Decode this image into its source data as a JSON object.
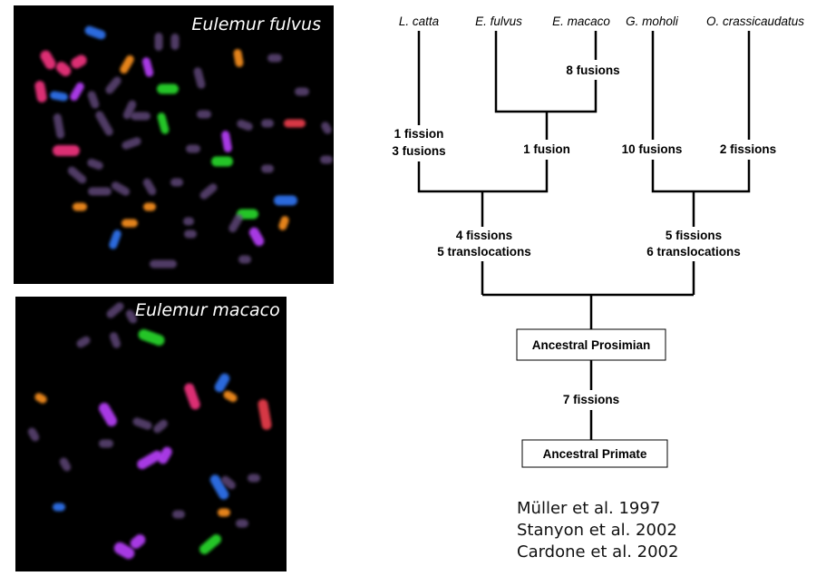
{
  "panels": {
    "top": {
      "title": "Eulemur fulvus"
    },
    "bottom": {
      "title": "Eulemur macaco"
    }
  },
  "tree": {
    "species": {
      "l_catta": "L. catta",
      "e_fulvus": "E. fulvus",
      "e_macaco": "E. macaco",
      "g_moholi": "G. moholi",
      "o_crassicaudatus": "O. crassicaudatus"
    },
    "events": {
      "e_macaco": "8 fusions",
      "l_catta_1": "1 fission",
      "l_catta_2": "3 fusions",
      "eulemur_clade": "1 fusion",
      "g_moholi": "10 fusions",
      "o_crassicaudatus": "2 fissions",
      "lemur_clade_1": "4 fissions",
      "lemur_clade_2": "5 translocations",
      "lorisid_clade_1": "5 fissions",
      "lorisid_clade_2": "6 translocations",
      "prosimian_to_primate": "7 fissions"
    },
    "nodes": {
      "prosimian": "Ancestral Prosimian",
      "primate": "Ancestral Primate"
    }
  },
  "references": [
    "Müller et al. 1997",
    "Stanyon et al. 2002",
    "Cardone et al. 2002"
  ],
  "colors": {
    "background": "#ffffff",
    "panel": "#000000",
    "line": "#000000",
    "chromosome_palette": [
      "#e8317a",
      "#2f6fe8",
      "#25d02a",
      "#b03cf0",
      "#f08a1e",
      "#6a4f86",
      "#e23a4a"
    ]
  }
}
